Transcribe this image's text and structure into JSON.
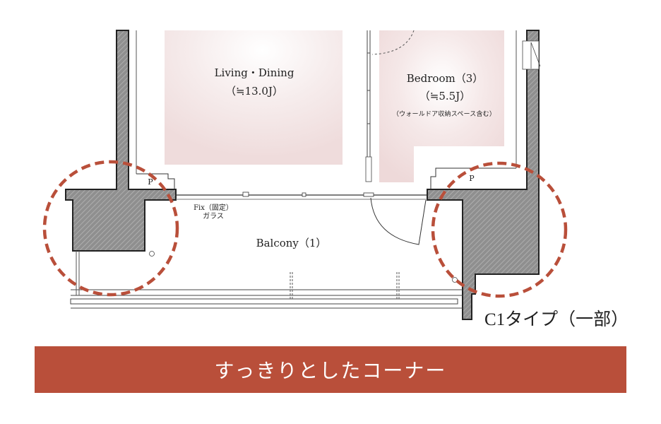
{
  "plan": {
    "rooms": {
      "living": {
        "name": "Living・Dining",
        "area": "（≒13.0J）"
      },
      "bedroom": {
        "name": "Bedroom（3）",
        "area": "（≒5.5J）",
        "note": "（ウォールドア収納スペース含む）"
      },
      "balcony": {
        "name": "Balcony（1）"
      }
    },
    "fix_glass": {
      "line1": "Fix（固定）",
      "line2": "ガラス"
    },
    "pipe_left": "P",
    "pipe_right": "P",
    "type_label": "C1タイプ（一部）"
  },
  "banner": {
    "text": "すっきりとしたコーナー"
  },
  "colors": {
    "highlight_circle": "#b94f3a",
    "banner_bg": "#b94f3a",
    "room_fill": "#f0dfdf",
    "wall_fill": "#8a8a8a"
  }
}
